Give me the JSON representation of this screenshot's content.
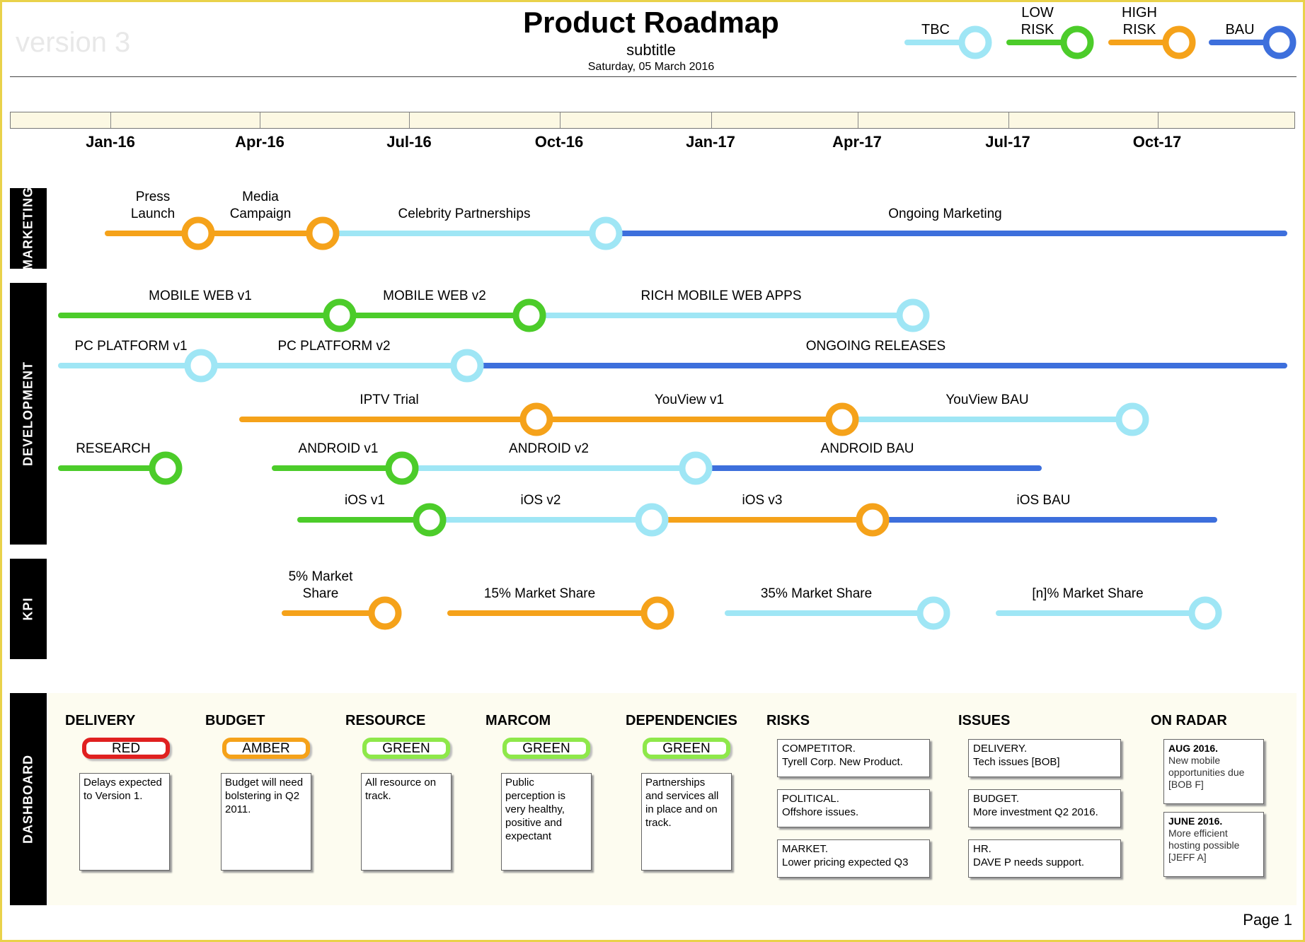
{
  "header": {
    "watermark": "version 3",
    "title": "Product Roadmap",
    "subtitle": "subtitle",
    "date": "Saturday, 05 March 2016"
  },
  "legend": [
    {
      "label": "TBC",
      "color": "#9fe6f5"
    },
    {
      "label": "LOW\nRISK",
      "color": "#4ccc2a"
    },
    {
      "label": "HIGH\nRISK",
      "color": "#f5a21a"
    },
    {
      "label": "BAU",
      "color": "#3d6fdc"
    }
  ],
  "timeline": {
    "months": [
      "Jan-16",
      "Apr-16",
      "Jul-16",
      "Oct-16",
      "Jan-17",
      "Apr-17",
      "Jul-17",
      "Oct-17"
    ]
  },
  "sections": {
    "marketing": "MARKETING",
    "development": "DEVELOPMENT",
    "kpi": "KPI",
    "dashboard": "DASHBOARD"
  },
  "colors": {
    "tbc": "#9fe6f5",
    "low": "#4ccc2a",
    "high": "#f5a21a",
    "bau": "#3d6fdc"
  },
  "tracks": [
    {
      "section": "marketing",
      "segments": [
        {
          "label": "Press\nLaunch",
          "status": "high",
          "end_marker": true
        },
        {
          "label": "Media\nCampaign",
          "status": "high",
          "end_marker": true
        },
        {
          "label": "Celebrity Partnerships",
          "status": "tbc",
          "end_marker": true
        },
        {
          "label": "Ongoing Marketing",
          "status": "bau",
          "end_marker": false
        }
      ]
    },
    {
      "section": "development",
      "segments": [
        {
          "label": "MOBILE WEB v1",
          "status": "low",
          "end_marker": true
        },
        {
          "label": "MOBILE WEB v2",
          "status": "low",
          "end_marker": true
        },
        {
          "label": "RICH MOBILE WEB APPS",
          "status": "tbc",
          "end_marker": true
        }
      ]
    },
    {
      "section": "development",
      "segments": [
        {
          "label": "PC PLATFORM v1",
          "status": "tbc",
          "end_marker": true
        },
        {
          "label": "PC PLATFORM v2",
          "status": "tbc",
          "end_marker": true
        },
        {
          "label": "ONGOING RELEASES",
          "status": "bau",
          "end_marker": false
        }
      ]
    },
    {
      "section": "development",
      "segments": [
        {
          "label": "IPTV Trial",
          "status": "high",
          "end_marker": true
        },
        {
          "label": "YouView v1",
          "status": "high",
          "end_marker": true
        },
        {
          "label": "YouView BAU",
          "status": "tbc",
          "end_marker": true
        }
      ]
    },
    {
      "section": "development",
      "segments": [
        {
          "label": "RESEARCH",
          "status": "low",
          "end_marker": true
        },
        {
          "label": "ANDROID v1",
          "status": "low",
          "end_marker": true
        },
        {
          "label": "ANDROID v2",
          "status": "tbc",
          "end_marker": true
        },
        {
          "label": "ANDROID BAU",
          "status": "bau",
          "end_marker": false
        }
      ]
    },
    {
      "section": "development",
      "segments": [
        {
          "label": "iOS v1",
          "status": "low",
          "end_marker": true
        },
        {
          "label": "iOS v2",
          "status": "tbc",
          "end_marker": true
        },
        {
          "label": "iOS v3",
          "status": "high",
          "end_marker": true
        },
        {
          "label": "iOS BAU",
          "status": "bau",
          "end_marker": false
        }
      ]
    },
    {
      "section": "kpi",
      "segments": [
        {
          "label": "5% Market\nShare",
          "status": "high",
          "end_marker": true
        },
        {
          "label": "15% Market Share",
          "status": "high",
          "end_marker": true
        },
        {
          "label": "35% Market Share",
          "status": "tbc",
          "end_marker": true
        },
        {
          "label": "[n]% Market Share",
          "status": "tbc",
          "end_marker": true
        }
      ]
    }
  ],
  "dashboard": {
    "columns": [
      {
        "heading": "DELIVERY",
        "status": "RED",
        "status_color": "#e02020",
        "note": "Delays expected\nto Version 1."
      },
      {
        "heading": "BUDGET",
        "status": "AMBER",
        "status_color": "#f5a21a",
        "note": "Budget will need\nbolstering in Q2\n2011."
      },
      {
        "heading": "RESOURCE",
        "status": "GREEN",
        "status_color": "#8ee84a",
        "note": "All resource on\ntrack."
      },
      {
        "heading": "MARCOM",
        "status": "GREEN",
        "status_color": "#8ee84a",
        "note": "Public\nperception is\nvery healthy,\npositive and\nexpectant"
      },
      {
        "heading": "DEPENDENCIES",
        "status": "GREEN",
        "status_color": "#8ee84a",
        "note": "Partnerships\nand services all\nin place and on\ntrack."
      }
    ],
    "risks": {
      "heading": "RISKS",
      "items": [
        {
          "title": "COMPETITOR.",
          "text": "Tyrell Corp. New Product."
        },
        {
          "title": "POLITICAL.",
          "text": "Offshore issues."
        },
        {
          "title": "MARKET.",
          "text": "Lower pricing expected Q3"
        }
      ]
    },
    "issues": {
      "heading": "ISSUES",
      "items": [
        {
          "title": "DELIVERY.",
          "text": "Tech issues [BOB]"
        },
        {
          "title": "BUDGET.",
          "text": "More investment Q2 2016."
        },
        {
          "title": "HR.",
          "text": "DAVE P needs support."
        }
      ]
    },
    "radar": {
      "heading": "ON RADAR",
      "items": [
        {
          "title": "AUG 2016.",
          "text": "New mobile\nopportunities due\n[BOB F]"
        },
        {
          "title": "JUNE 2016.",
          "text": "More efficient\nhosting possible\n[JEFF A]"
        }
      ]
    }
  },
  "footer": {
    "page": "Page 1"
  }
}
